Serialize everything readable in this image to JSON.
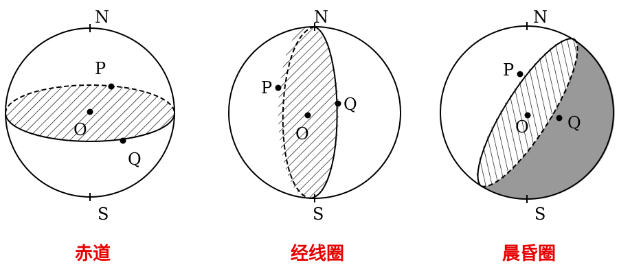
{
  "colors": {
    "caption": "#e60000",
    "shade": "#999999",
    "line": "#000000"
  },
  "diagrams": [
    {
      "caption": "赤道",
      "north": "N",
      "south": "S",
      "p": "P",
      "o": "O",
      "q": "Q"
    },
    {
      "caption": "经线圈",
      "north": "N",
      "south": "S",
      "p": "P",
      "o": "O",
      "q": "Q"
    },
    {
      "caption": "晨昏圈",
      "north": "N",
      "south": "S",
      "p": "P",
      "o": "O",
      "q": "Q"
    }
  ]
}
